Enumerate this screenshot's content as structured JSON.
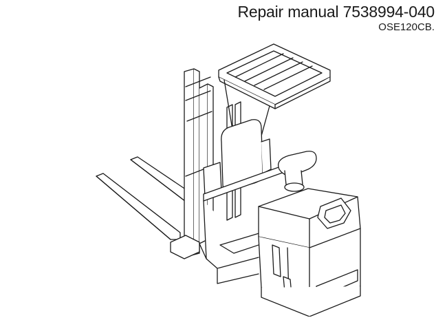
{
  "document": {
    "title": "Repair manual 7538994-040",
    "model": "OSE120CB."
  },
  "illustration": {
    "subject": "order-picker-truck-line-drawing",
    "stroke_color": "#1a1a1a",
    "fill_color": "#ffffff"
  }
}
